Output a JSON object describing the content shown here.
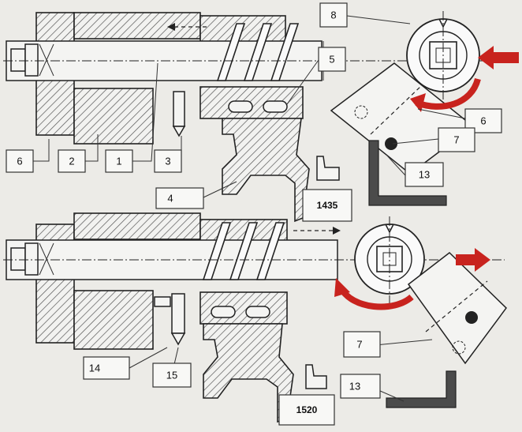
{
  "callouts_top": [
    {
      "id": "c1",
      "label": "1"
    },
    {
      "id": "c2",
      "label": "2"
    },
    {
      "id": "c3",
      "label": "3"
    },
    {
      "id": "c4",
      "label": "4"
    },
    {
      "id": "c5",
      "label": "5"
    },
    {
      "id": "c6",
      "label": "6"
    },
    {
      "id": "c6r",
      "label": "6"
    },
    {
      "id": "c7",
      "label": "7"
    },
    {
      "id": "c8",
      "label": "8"
    },
    {
      "id": "c13",
      "label": "13"
    }
  ],
  "callouts_bottom": [
    {
      "id": "c14",
      "label": "14"
    },
    {
      "id": "c15",
      "label": "15"
    },
    {
      "id": "c7b",
      "label": "7"
    },
    {
      "id": "c13b",
      "label": "13"
    }
  ],
  "gauges": {
    "top": "1435",
    "bottom": "1520"
  },
  "colors": {
    "arrow": "#c8231e",
    "metal": "#222222",
    "background": "#ecebe7"
  }
}
